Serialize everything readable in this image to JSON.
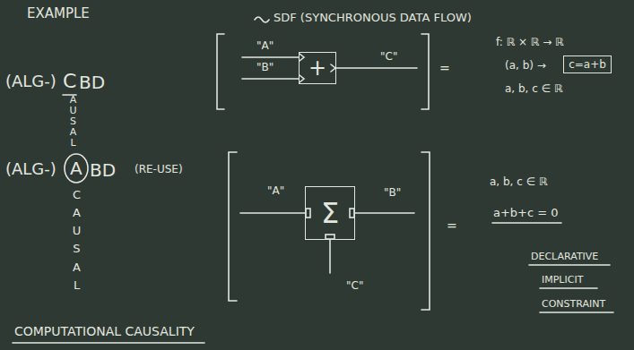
{
  "diagram": {
    "nodes": [
      {
        "text": [
          "+"
        ]
      },
      {
        "text": [
          "c=a+b"
        ]
      },
      {
        "text": [
          "Σ"
        ]
      }
    ],
    "labels": [
      "EXAMPLE",
      "SDF (SYNCHRONOUS DATA FLOW)",
      "(ALG-)",
      "C",
      "BD",
      "AUSAL",
      "(ALG-)",
      "A",
      "BD",
      "(RE-USE)",
      "CAUSAL",
      "COMPUTATIONAL CAUSALITY",
      "\"A\"",
      "\"B\"",
      "\"C\"",
      "=",
      "f: ℝ × ℝ → ℝ",
      "(a, b) →",
      "a, b, c ∈ ℝ",
      "\"A\"",
      "\"B\"",
      "\"C\"",
      "=",
      "a, b, c ∈ ℝ",
      "a+b+c = 0",
      "DECLARATIVE",
      "IMPLICIT",
      "CONSTRAINT"
    ]
  }
}
